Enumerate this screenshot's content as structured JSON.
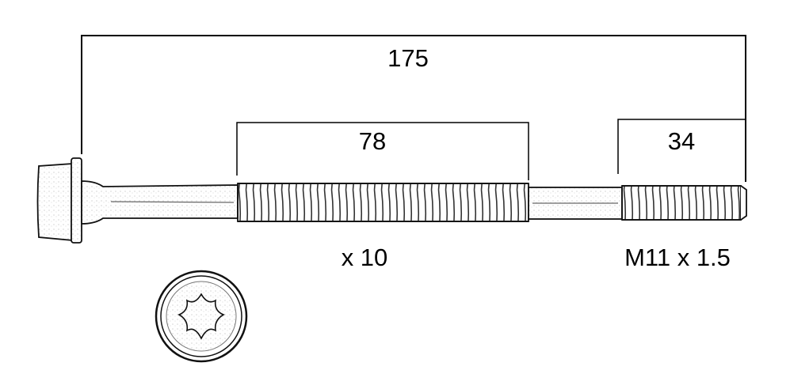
{
  "dimensions": {
    "overall_length": "175",
    "thread_length_main": "78",
    "thread_length_tip": "34"
  },
  "quantity": "x 10",
  "thread_spec": "M11 x 1.5",
  "icons": {
    "head_view": "torx-head-icon"
  }
}
